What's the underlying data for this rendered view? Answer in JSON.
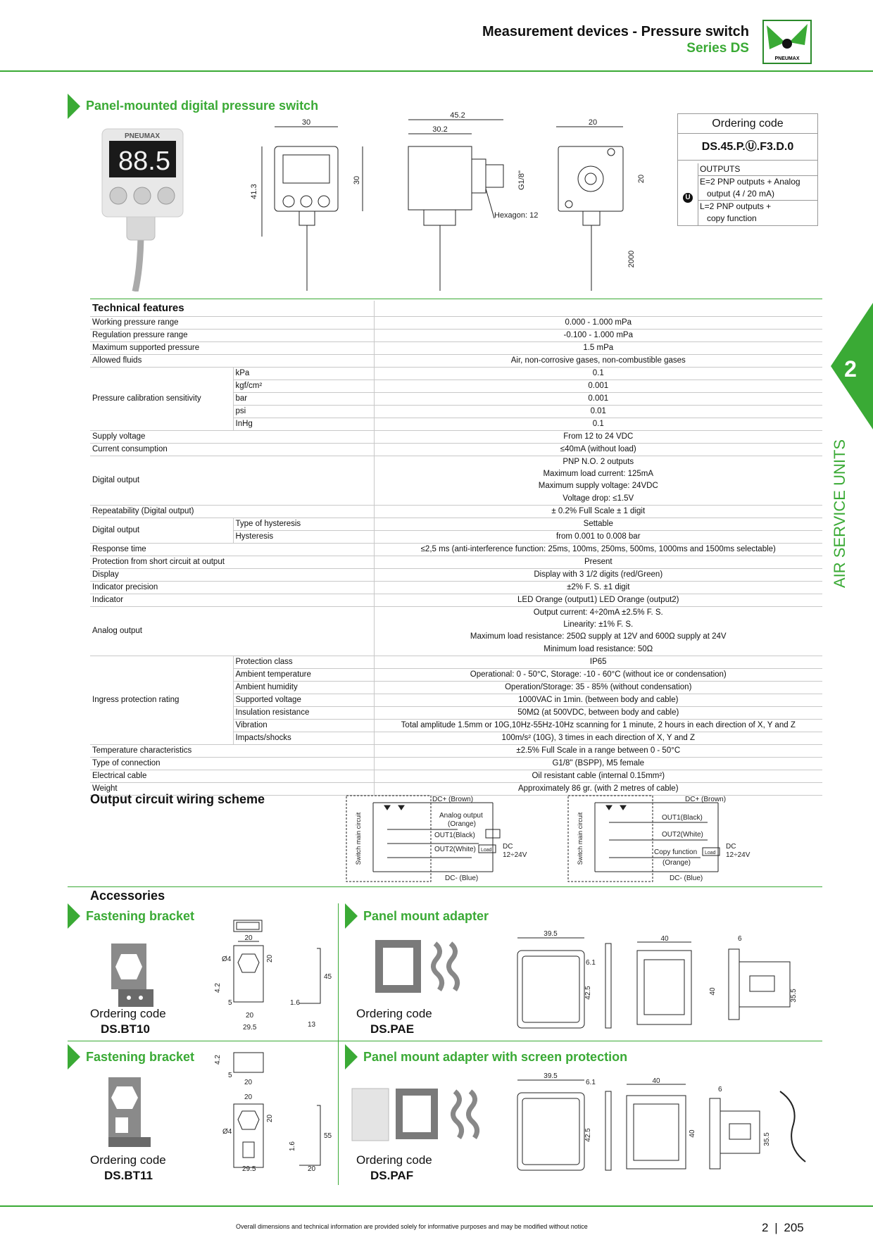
{
  "header": {
    "title": "Measurement devices - Pressure switch",
    "subtitle": "Series DS",
    "logo_text": "PNEUMAX"
  },
  "section_panel": {
    "title": "Panel-mounted digital pressure switch"
  },
  "device_photo": {
    "brand": "PNEUMAX",
    "display": "88.5"
  },
  "drawing_front": {
    "dim_width": "30",
    "dim_height_total": "41.3",
    "dim_height": "30"
  },
  "drawing_side": {
    "dim_total": "45.2",
    "dim_body": "30.2",
    "dim_thread": "G1/8\"",
    "hexagon": "Hexagon: 12"
  },
  "drawing_back": {
    "dim_width": "20",
    "dim_height": "20",
    "cable_length": "2000"
  },
  "ordering_box": {
    "title": "Ordering code",
    "code": "DS.45.P.Ⓤ.F3.D.0",
    "u_symbol": "U",
    "rows": [
      "OUTPUTS",
      "E=2 PNP outputs + Analog",
      "   output (4 / 20 mA)",
      "L=2 PNP outputs +",
      "   copy function"
    ]
  },
  "sidebar": {
    "number": "2",
    "label": "AIR SERVICE UNITS"
  },
  "tech": {
    "title": "Technical features",
    "rows": [
      [
        "Working pressure range",
        "",
        "0.000 - 1.000 mPa"
      ],
      [
        "Regulation pressure range",
        "",
        "-0.100 - 1.000 mPa"
      ],
      [
        "Maximum supported pressure",
        "",
        "1.5 mPa"
      ],
      [
        "Allowed fluids",
        "",
        "Air, non-corrosive gases, non-combustible gases"
      ]
    ],
    "calibration": {
      "label": "Pressure calibration sensitivity",
      "rows": [
        [
          "kPa",
          "0.1"
        ],
        [
          "kgf/cm²",
          "0.001"
        ],
        [
          "bar",
          "0.001"
        ],
        [
          "psi",
          "0.01"
        ],
        [
          "InHg",
          "0.1"
        ]
      ]
    },
    "rows2": [
      [
        "Supply voltage",
        "From 12 to 24 VDC"
      ],
      [
        "Current consumption",
        "≤40mA (without load)"
      ]
    ],
    "digital_output": {
      "label": "Digital output",
      "lines": [
        "PNP N.O. 2 outputs",
        "Maximum load current: 125mA",
        "Maximum supply voltage: 24VDC",
        "Voltage drop: ≤1.5V"
      ]
    },
    "repeatability": [
      "Repeatability (Digital output)",
      "± 0.2% Full Scale ± 1 digit"
    ],
    "digital_output2": {
      "label": "Digital output",
      "rows": [
        [
          "Type of hysteresis",
          "Settable"
        ],
        [
          "Hysteresis",
          "from 0.001 to 0.008 bar"
        ]
      ]
    },
    "rows3": [
      [
        "Response time",
        "≤2,5 ms (anti-interference function: 25ms, 100ms, 250ms, 500ms, 1000ms and 1500ms selectable)"
      ],
      [
        "Protection from short circuit at output",
        "Present"
      ],
      [
        "Display",
        "Display with 3 1/2 digits (red/Green)"
      ],
      [
        "Indicator precision",
        "±2% F. S. ±1 digit"
      ],
      [
        "Indicator",
        "LED Orange (output1) LED Orange (output2)"
      ]
    ],
    "analog_output": {
      "label": "Analog output",
      "lines": [
        "Output current: 4÷20mA ±2.5% F. S.",
        "Linearity: ±1% F. S.",
        "Maximum load resistance: 250Ω supply at 12V and 600Ω supply at 24V",
        "Minimum load resistance: 50Ω"
      ]
    },
    "ingress": {
      "label": "Ingress protection rating",
      "rows": [
        [
          "Protection class",
          "IP65"
        ],
        [
          "Ambient temperature",
          "Operational: 0 - 50°C, Storage: -10 - 60°C (without ice or condensation)"
        ],
        [
          "Ambient humidity",
          "Operation/Storage: 35 - 85% (without condensation)"
        ],
        [
          "Supported voltage",
          "1000VAC in 1min. (between body and cable)"
        ],
        [
          "Insulation resistance",
          "50MΩ (at 500VDC, between body and cable)"
        ],
        [
          "Vibration",
          "Total amplitude 1.5mm or 10G,10Hz-55Hz-10Hz scanning for 1 minute, 2 hours in each direction of X, Y and Z"
        ],
        [
          "Impacts/shocks",
          "100m/s² (10G), 3 times in each direction of X, Y and Z"
        ]
      ]
    },
    "rows4": [
      [
        "Temperature characteristics",
        "±2.5% Full Scale in a range between 0 - 50°C"
      ],
      [
        "Type of connection",
        "G1/8\" (BSPP), M5 female"
      ],
      [
        "Electrical cable",
        "Oil resistant cable (internal 0.15mm²)"
      ],
      [
        "Weight",
        "Approximately 86 gr. (with 2 metres of cable)"
      ]
    ]
  },
  "wiring": {
    "title": "Output circuit wiring scheme",
    "left": {
      "dc_plus": "DC+ (Brown)",
      "analog": "Analog output",
      "orange": "(Orange)",
      "out1": "OUT1(Black)",
      "out2": "OUT2(White)",
      "load": "Load",
      "dc": "DC",
      "volt": "12÷24V",
      "dc_minus": "DC- (Blue)",
      "side": "Switch main circuit"
    },
    "right": {
      "dc_plus": "DC+ (Brown)",
      "out1": "OUT1(Black)",
      "out2": "OUT2(White)",
      "copy": "Copy function",
      "orange": "(Orange)",
      "load": "Load",
      "dc": "DC",
      "volt": "12÷24V",
      "dc_minus": "DC- (Blue)",
      "side": "Switch main circuit"
    }
  },
  "accessories": {
    "title": "Accessories",
    "ordering_label": "Ordering code",
    "bt10": {
      "title": "Fastening bracket",
      "code": "DS.BT10",
      "dims": [
        "20",
        "Ø4",
        "20",
        "45",
        "4.2",
        "5",
        "1.6",
        "20",
        "29.5",
        "13"
      ]
    },
    "pae": {
      "title": "Panel mount adapter",
      "code": "DS.PAE",
      "dims": [
        "39.5",
        "6.1",
        "40",
        "6",
        "42.5",
        "40",
        "35.5"
      ]
    },
    "bt11": {
      "title": "Fastening bracket",
      "code": "DS.BT11",
      "dims": [
        "4.2",
        "5",
        "20",
        "20",
        "Ø4",
        "20",
        "55",
        "1.6",
        "29.5",
        "20"
      ]
    },
    "paf": {
      "title": "Panel mount adapter with screen protection",
      "code": "DS.PAF",
      "dims": [
        "39.5",
        "6.1",
        "40",
        "6",
        "42.5",
        "40",
        "35.5"
      ]
    }
  },
  "footer": {
    "note": "Overall dimensions and technical information are provided solely for informative purposes and may be modified without notice",
    "page_section": "2",
    "page_number": "205"
  }
}
